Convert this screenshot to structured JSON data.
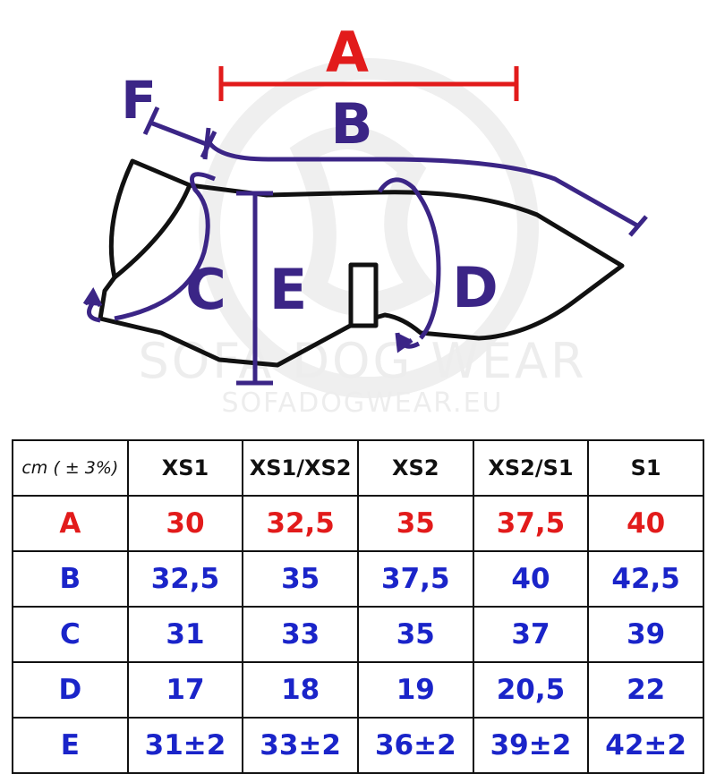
{
  "diagram": {
    "labels": {
      "a": "A",
      "b": "B",
      "c": "C",
      "d": "D",
      "e": "E",
      "f": "F"
    },
    "watermark": {
      "brand": "SOFA DOG WEAR",
      "url": "SOFADOGWEAR.EU"
    },
    "colors": {
      "red": "#e21b1b",
      "purple": "#3b2586",
      "outline": "#111111",
      "watermark": "#ececec"
    }
  },
  "table": {
    "unit_header": "cm ( ± 3%)",
    "sizes": [
      "XS1",
      "XS1/XS2",
      "XS2",
      "XS2/S1",
      "S1"
    ],
    "rows": [
      {
        "label": "A",
        "values": [
          "30",
          "32,5",
          "35",
          "37,5",
          "40"
        ]
      },
      {
        "label": "B",
        "values": [
          "32,5",
          "35",
          "37,5",
          "40",
          "42,5"
        ]
      },
      {
        "label": "C",
        "values": [
          "31",
          "33",
          "35",
          "37",
          "39"
        ]
      },
      {
        "label": "D",
        "values": [
          "17",
          "18",
          "19",
          "20,5",
          "22"
        ]
      },
      {
        "label": "E",
        "values": [
          "31±2",
          "33±2",
          "36±2",
          "39±2",
          "42±2"
        ]
      }
    ],
    "colors": {
      "red": "#e21b1b",
      "blue": "#1a24c9"
    }
  }
}
